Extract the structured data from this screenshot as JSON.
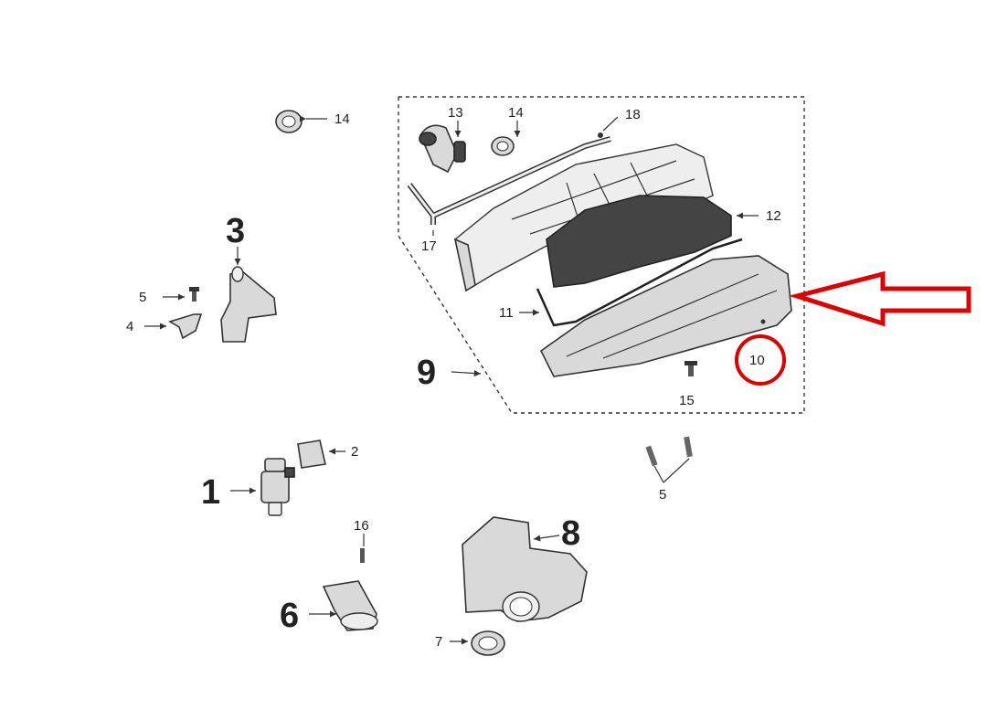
{
  "diagram": {
    "labels": {
      "l1": "1",
      "l2": "2",
      "l3": "3",
      "l4": "4",
      "l5a": "5",
      "l5b": "5",
      "l6": "6",
      "l7": "7",
      "l8": "8",
      "l9": "9",
      "l10": "10",
      "l11": "11",
      "l12": "12",
      "l13": "13",
      "l14a": "14",
      "l14b": "14",
      "l15": "15",
      "l16": "16",
      "l17": "17",
      "l18": "18"
    },
    "colors": {
      "highlight": "#e00000",
      "line": "#333333",
      "part_fill": "#d9d9d9"
    }
  }
}
